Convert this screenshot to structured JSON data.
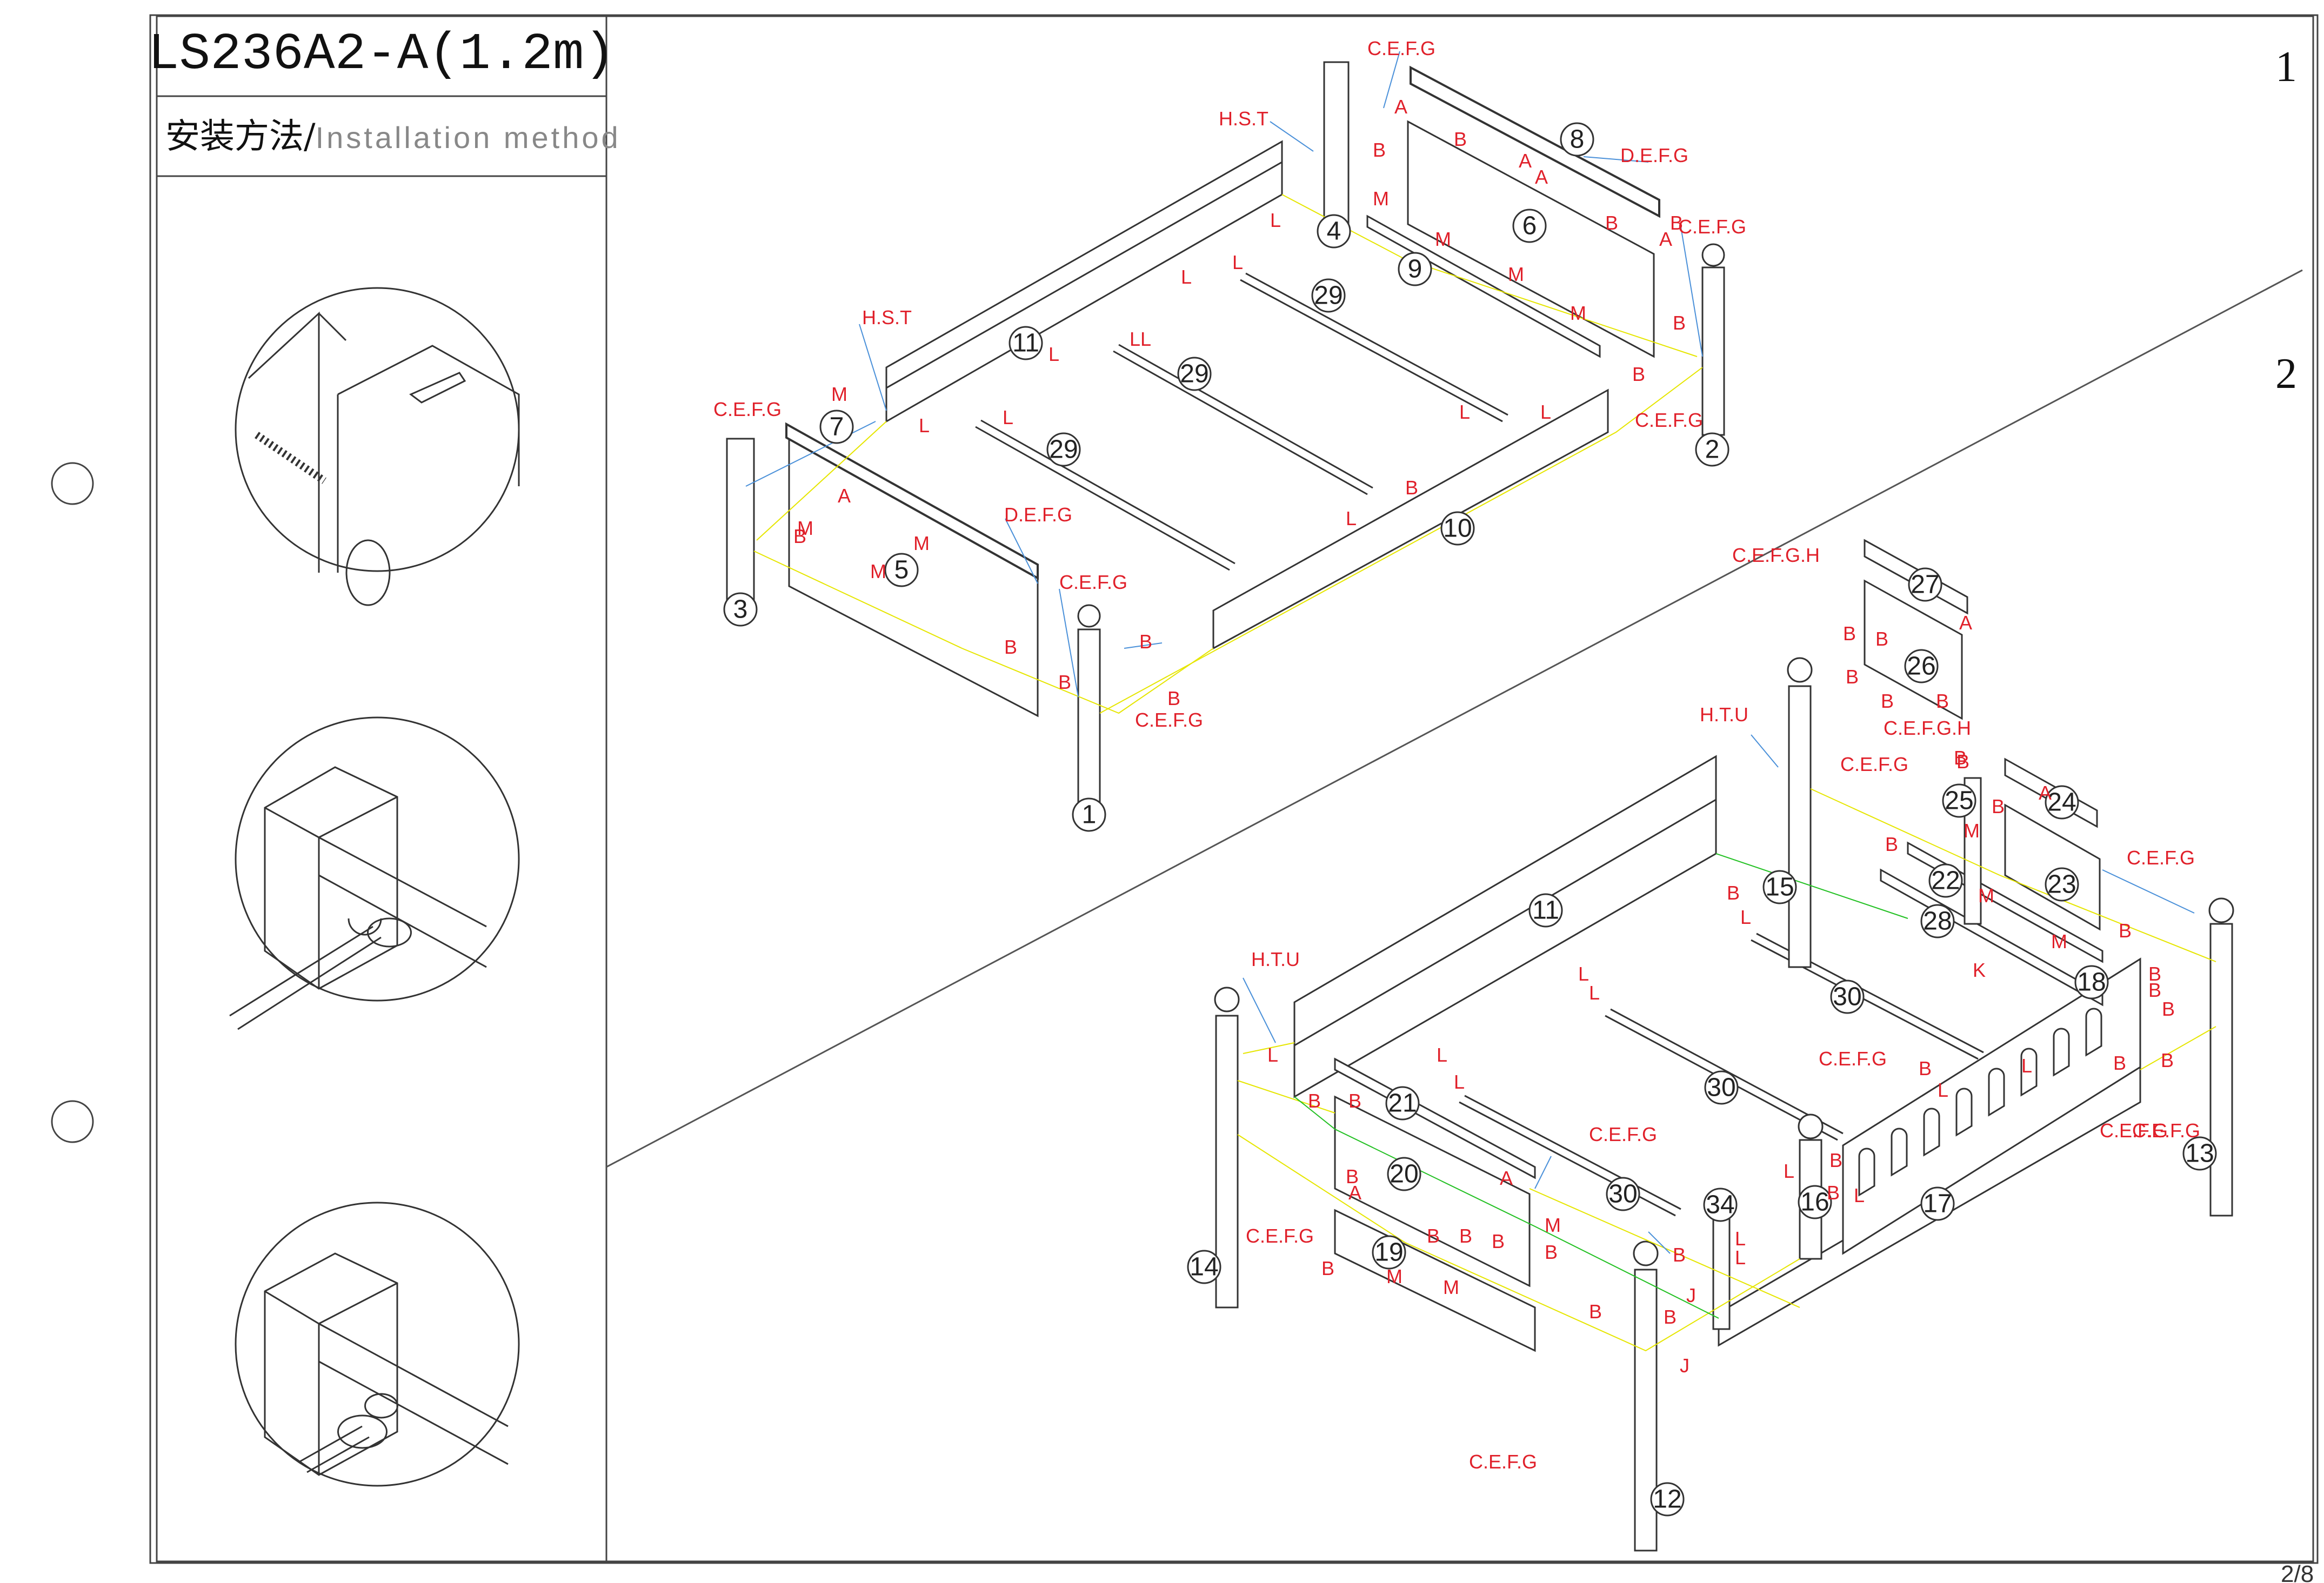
{
  "header": {
    "model": "LS236A2-A(1.2m)",
    "method_cn": "安装方法/",
    "method_en": "Installation method"
  },
  "steps": [
    "1",
    "2"
  ],
  "page_number": "2/8",
  "step1": {
    "parts": [
      "1",
      "2",
      "3",
      "4",
      "5",
      "6",
      "7",
      "8",
      "9",
      "10",
      "11",
      "29",
      "29",
      "29"
    ],
    "labels": [
      "H.S.T",
      "C.E.F.G",
      "D.E.F.G",
      "C.E.F.G",
      "C.E.F.G",
      "H.S.T",
      "C.E.F.G",
      "D.E.F.G",
      "C.E.F.G",
      "C.E.F.G",
      "A",
      "B",
      "A",
      "B",
      "A",
      "B",
      "M",
      "M",
      "M",
      "M",
      "A",
      "B",
      "B",
      "L",
      "L",
      "L",
      "L",
      "L",
      "L",
      "L",
      "L",
      "L",
      "L",
      "L",
      "B",
      "M",
      "B",
      "A",
      "M",
      "M",
      "M",
      "B",
      "B",
      "B",
      "B",
      "B"
    ]
  },
  "step2": {
    "parts": [
      "11",
      "12",
      "13",
      "14",
      "15",
      "16",
      "17",
      "18",
      "19",
      "20",
      "21",
      "22",
      "23",
      "24",
      "25",
      "26",
      "27",
      "28",
      "30",
      "30",
      "30",
      "34"
    ],
    "labels": [
      "C.E.F.G.H",
      "C.E.F.G.H",
      "C.E.F.G",
      "H.T.U",
      "H.T.U",
      "C.E.F.G",
      "C.E.F.G",
      "C.E.F.G",
      "C.E.F.G",
      "C.E.F.G",
      "C.E.F.G",
      "C.E.F.G",
      "A",
      "B",
      "B",
      "B",
      "B",
      "B",
      "B",
      "A",
      "B",
      "M",
      "M",
      "K",
      "M",
      "B",
      "B",
      "B",
      "B",
      "L",
      "L",
      "L",
      "L",
      "L",
      "L",
      "L",
      "L",
      "B",
      "B",
      "B",
      "A",
      "A",
      "B",
      "B",
      "B",
      "B",
      "M",
      "M",
      "M",
      "B",
      "B",
      "B",
      "B",
      "J",
      "J",
      "B",
      "B",
      "B",
      "L",
      "L",
      "B",
      "B",
      "B",
      "B",
      "B",
      "L",
      "L",
      "L"
    ]
  }
}
